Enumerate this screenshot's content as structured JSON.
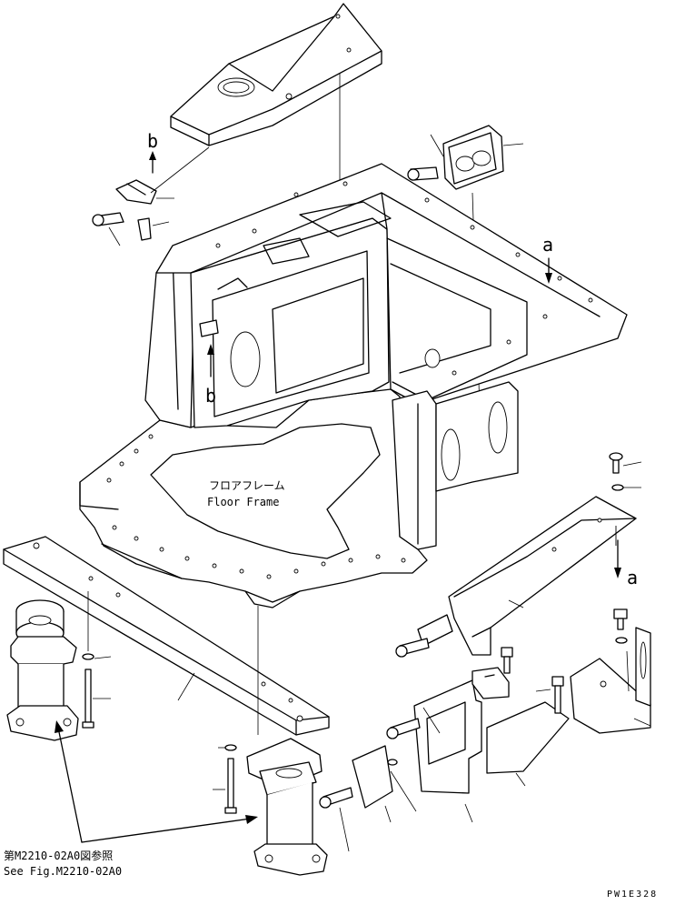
{
  "labels": {
    "floor_frame_jp": "フロアフレーム",
    "floor_frame_en": "Floor Frame",
    "ref_a_top": "a",
    "ref_a_right": "a",
    "ref_b_top": "b",
    "ref_b_mid": "b",
    "see_fig_jp": "第M2210-02A0図参照",
    "see_fig_en": "See Fig.M2210-02A0",
    "drawing_code": "PW1E328"
  }
}
